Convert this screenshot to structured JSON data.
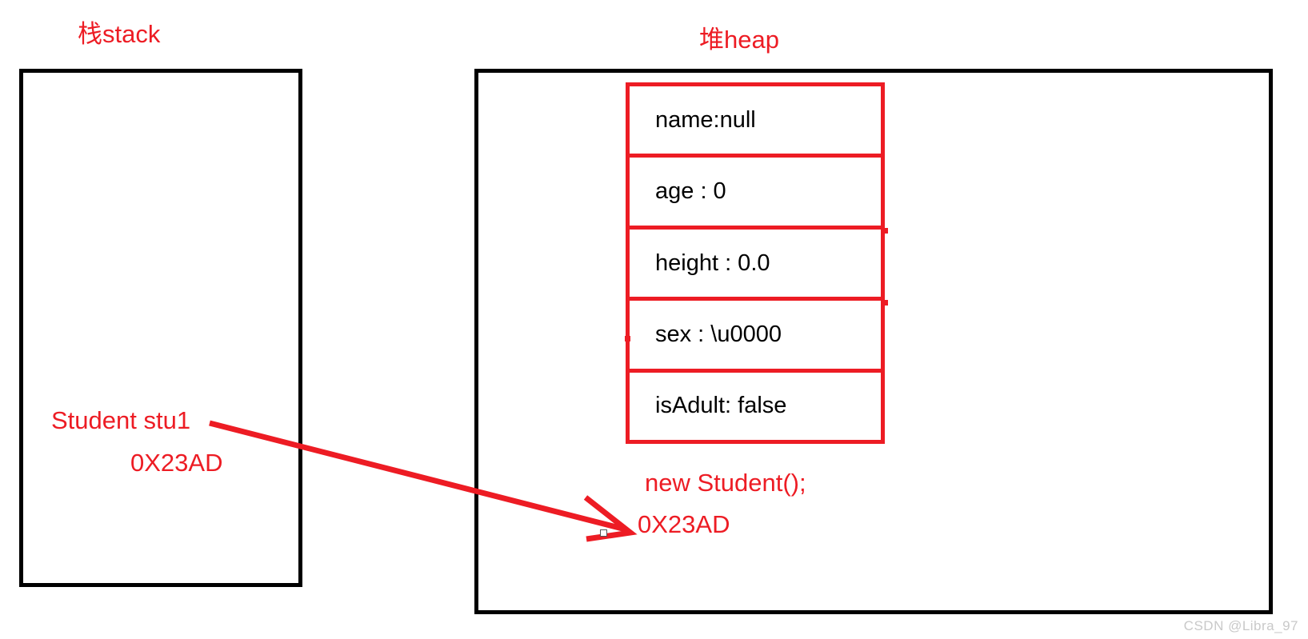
{
  "diagram": {
    "stack": {
      "title": "栈stack",
      "variable_label": "Student stu1",
      "variable_value": "0X23AD"
    },
    "heap": {
      "title": "堆heap",
      "new_expression": "new Student();",
      "object_address": "0X23AD",
      "object_fields": [
        {
          "text": "name:null"
        },
        {
          "text": "age : 0"
        },
        {
          "text": "height : 0.0"
        },
        {
          "text": "sex : \\u0000"
        },
        {
          "text": "isAdult: false"
        }
      ]
    },
    "arrow": {
      "name": "reference-arrow",
      "from": "Student stu1",
      "to": "0X23AD"
    },
    "colors": {
      "accent_red": "#ED1C24",
      "outline_black": "#000000",
      "text_black": "#000000",
      "watermark_gray": "#c9c9c9"
    }
  },
  "watermark": {
    "text": "CSDN @Libra_97"
  }
}
